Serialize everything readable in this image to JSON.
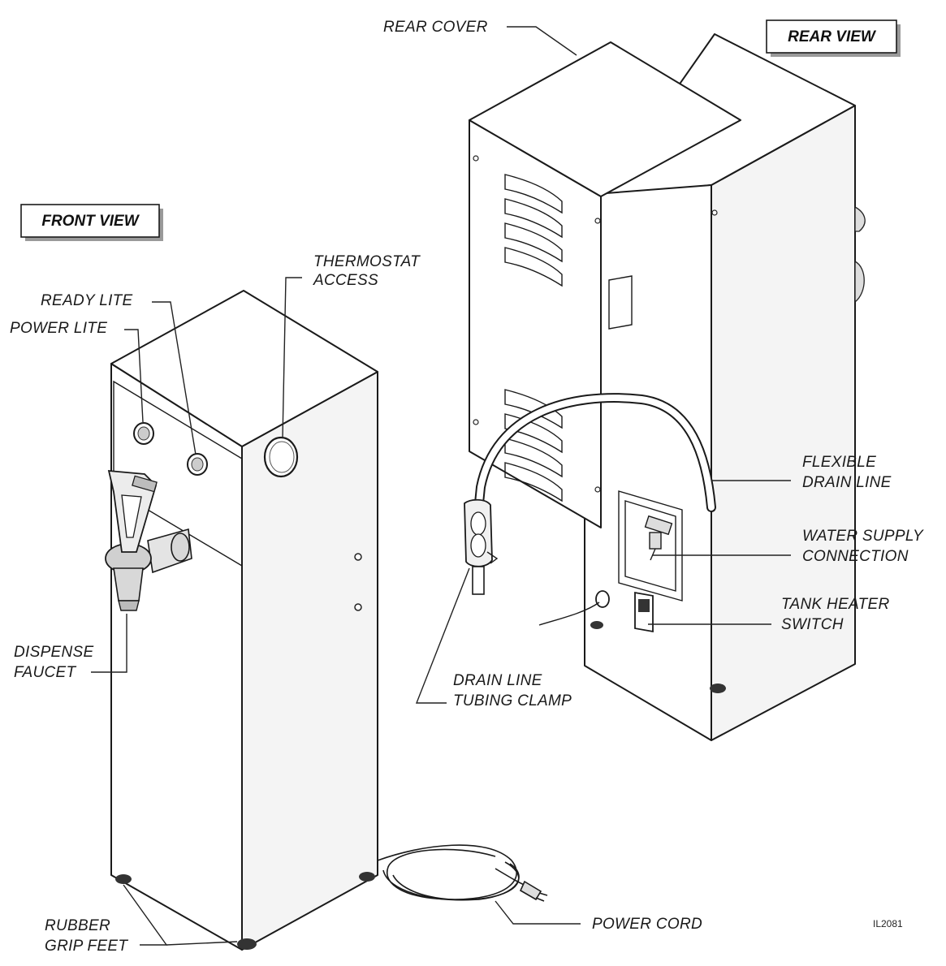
{
  "views": {
    "front_view": "FRONT VIEW",
    "rear_view": "REAR VIEW"
  },
  "labels": {
    "rear_cover": "REAR COVER",
    "thermostat_line1": "THERMOSTAT",
    "thermostat_line2": "ACCESS",
    "ready_lite": "READY LITE",
    "power_lite": "POWER LITE",
    "dispense_line1": "DISPENSE",
    "dispense_line2": "FAUCET",
    "rubber_line1": "RUBBER",
    "rubber_line2": "GRIP FEET",
    "flexible_line1": "FLEXIBLE",
    "flexible_line2": "DRAIN LINE",
    "water_line1": "WATER SUPPLY",
    "water_line2": "CONNECTION",
    "tank_line1": "TANK HEATER",
    "tank_line2": "SWITCH",
    "drain_clamp_line1": "DRAIN LINE",
    "drain_clamp_line2": "TUBING CLAMP",
    "power_cord": "POWER CORD"
  },
  "figure_code": "IL2081"
}
